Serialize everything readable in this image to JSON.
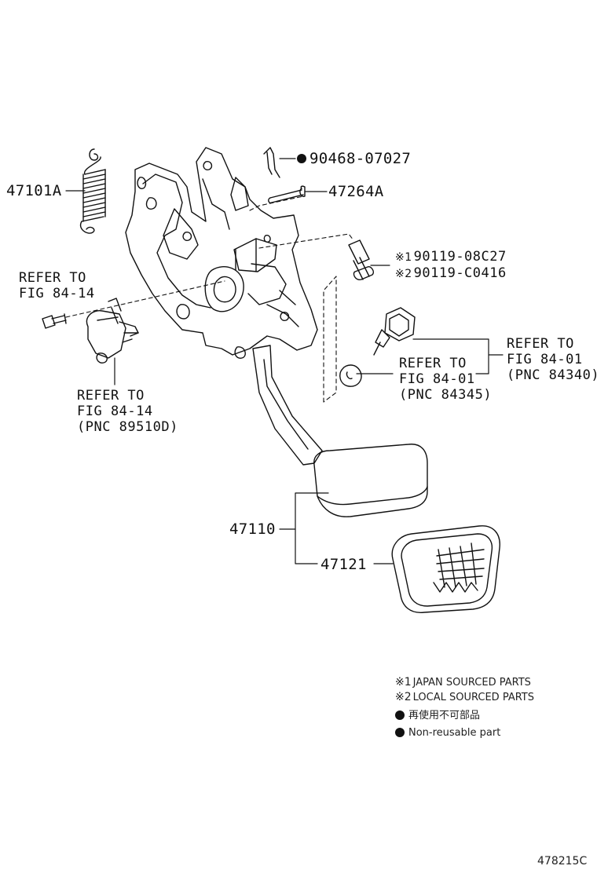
{
  "labels": {
    "spring": "47101A",
    "clip": "90468-07027",
    "pin": "47264A",
    "bolt_1": "90119-08C27",
    "bolt_2": "90119-C0416",
    "bolt_1_mark": "※1",
    "bolt_2_mark": "※2",
    "refer_left_top": [
      "REFER TO",
      "FIG 84-14"
    ],
    "refer_left_bottom": [
      "REFER TO",
      "FIG 84-14",
      "(PNC 89510D)"
    ],
    "refer_right_mid": [
      "REFER TO",
      "FIG 84-01",
      "(PNC 84345)"
    ],
    "refer_right_top": [
      "REFER TO",
      "FIG 84-01",
      "(PNC 84340)"
    ],
    "pedal_assy": "47110",
    "pedal_pad": "47121"
  },
  "legend": {
    "item1_mark": "※1",
    "item1_text": "JAPAN SOURCED PARTS",
    "item2_mark": "※2",
    "item2_text": "LOCAL SOURCED PARTS",
    "item3_text": "再使用不可部品",
    "item4_text": "Non-reusable part"
  },
  "figure_code": "478215C",
  "colors": {
    "line": "#111111",
    "background": "#ffffff"
  }
}
